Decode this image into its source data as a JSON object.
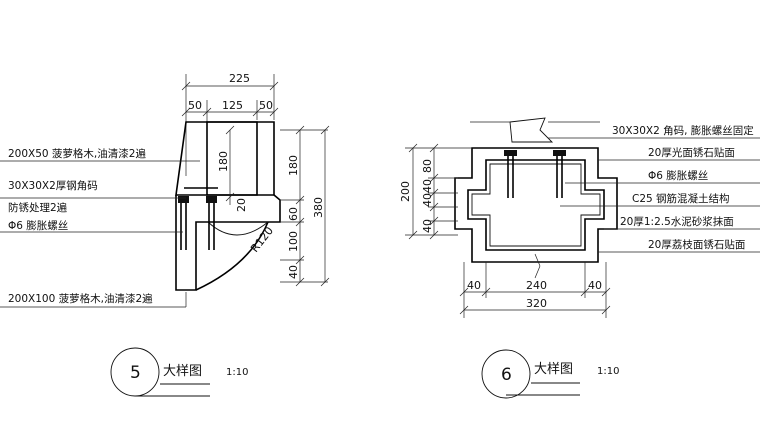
{
  "detail5": {
    "dimensions": {
      "top_total": "225",
      "top_left": "50",
      "top_mid": "125",
      "top_right": "50",
      "v_180_left": "180",
      "v_20": "20",
      "v_180_right": "180",
      "v_60": "60",
      "v_100": "100",
      "v_40": "40",
      "v_380": "380",
      "radius": "R120"
    },
    "notes": [
      "200X50 菠萝格木,油清漆2遍",
      "30X30X2厚钢角码",
      "防锈处理2遍",
      "Φ6 膨胀螺丝",
      "200X100 菠萝格木,油清漆2遍"
    ],
    "caption": {
      "number": "5",
      "title": "大样图",
      "scale": "1:10"
    }
  },
  "detail6": {
    "dimensions": {
      "v_total": "200",
      "v_40a": "40",
      "v_40b": "40",
      "v_40c": "40",
      "v_80": "80",
      "h_40_left": "40",
      "h_240": "240",
      "h_40_right": "40",
      "h_320": "320"
    },
    "notes": [
      "30X30X2 角码, 膨胀螺丝固定",
      "20厚光面锈石贴面",
      "Φ6 膨胀螺丝",
      "C25 钢筋混凝土结构",
      "20厚1:2.5水泥砂浆抹面",
      "20厚荔枝面锈石贴面"
    ],
    "caption": {
      "number": "6",
      "title": "大样图",
      "scale": "1:10"
    }
  }
}
